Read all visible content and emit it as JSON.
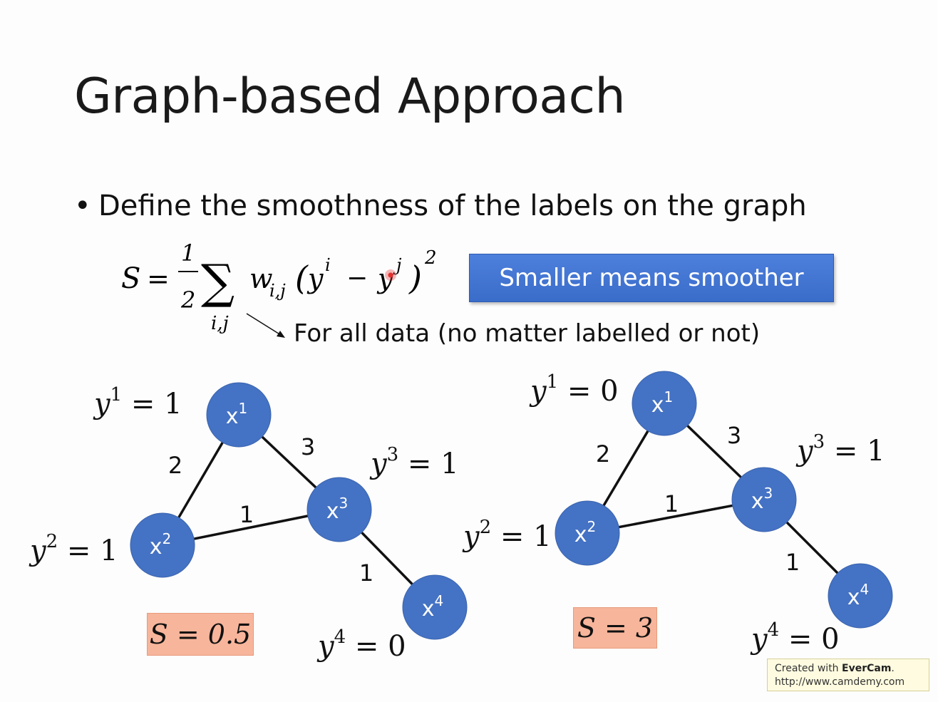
{
  "slide": {
    "title": "Graph-based Approach",
    "bullet": "Define the smoothness of the labels on the graph",
    "bullet_symbol": "•",
    "formula": {
      "lhs": "S",
      "equals": "=",
      "frac_num": "1",
      "frac_den": "2",
      "sigma": "∑",
      "sub": "i,j",
      "weight": "w",
      "weight_sub": "i,j",
      "open_paren": "(",
      "y1": "y",
      "y1_sup": "i",
      "minus": "−",
      "y2": "y",
      "y2_sup": "j",
      "close_paren": ")",
      "power": "2"
    },
    "callout": "Smaller means smoother",
    "note": "For all data (no matter labelled or not)",
    "watermark_line1_prefix": "Created with ",
    "watermark_brand": "EverCam",
    "watermark_line1_suffix": ".",
    "watermark_line2": "http://www.camdemy.com"
  },
  "colors": {
    "node_fill": "#4472c4",
    "callout_bg": "#4678d6",
    "score_bg": "#f7b59b",
    "edge": "#111111"
  },
  "graphs": [
    {
      "nodes": [
        {
          "id": "x1",
          "base": "x",
          "sup": "1",
          "label_base": "y",
          "label_sup": "1",
          "label_value": "1"
        },
        {
          "id": "x2",
          "base": "x",
          "sup": "2",
          "label_base": "y",
          "label_sup": "2",
          "label_value": "1"
        },
        {
          "id": "x3",
          "base": "x",
          "sup": "3",
          "label_base": "y",
          "label_sup": "3",
          "label_value": "1"
        },
        {
          "id": "x4",
          "base": "x",
          "sup": "4",
          "label_base": "y",
          "label_sup": "4",
          "label_value": "0"
        }
      ],
      "edges": [
        {
          "from": "x1",
          "to": "x2",
          "weight": "2"
        },
        {
          "from": "x1",
          "to": "x3",
          "weight": "3"
        },
        {
          "from": "x2",
          "to": "x3",
          "weight": "1"
        },
        {
          "from": "x3",
          "to": "x4",
          "weight": "1"
        }
      ],
      "score": "S = 0.5"
    },
    {
      "nodes": [
        {
          "id": "x1",
          "base": "x",
          "sup": "1",
          "label_base": "y",
          "label_sup": "1",
          "label_value": "0"
        },
        {
          "id": "x2",
          "base": "x",
          "sup": "2",
          "label_base": "y",
          "label_sup": "2",
          "label_value": "1"
        },
        {
          "id": "x3",
          "base": "x",
          "sup": "3",
          "label_base": "y",
          "label_sup": "3",
          "label_value": "1"
        },
        {
          "id": "x4",
          "base": "x",
          "sup": "4",
          "label_base": "y",
          "label_sup": "4",
          "label_value": "0"
        }
      ],
      "edges": [
        {
          "from": "x1",
          "to": "x2",
          "weight": "2"
        },
        {
          "from": "x1",
          "to": "x3",
          "weight": "3"
        },
        {
          "from": "x2",
          "to": "x3",
          "weight": "1"
        },
        {
          "from": "x3",
          "to": "x4",
          "weight": "1"
        }
      ],
      "score": "S = 3"
    }
  ]
}
